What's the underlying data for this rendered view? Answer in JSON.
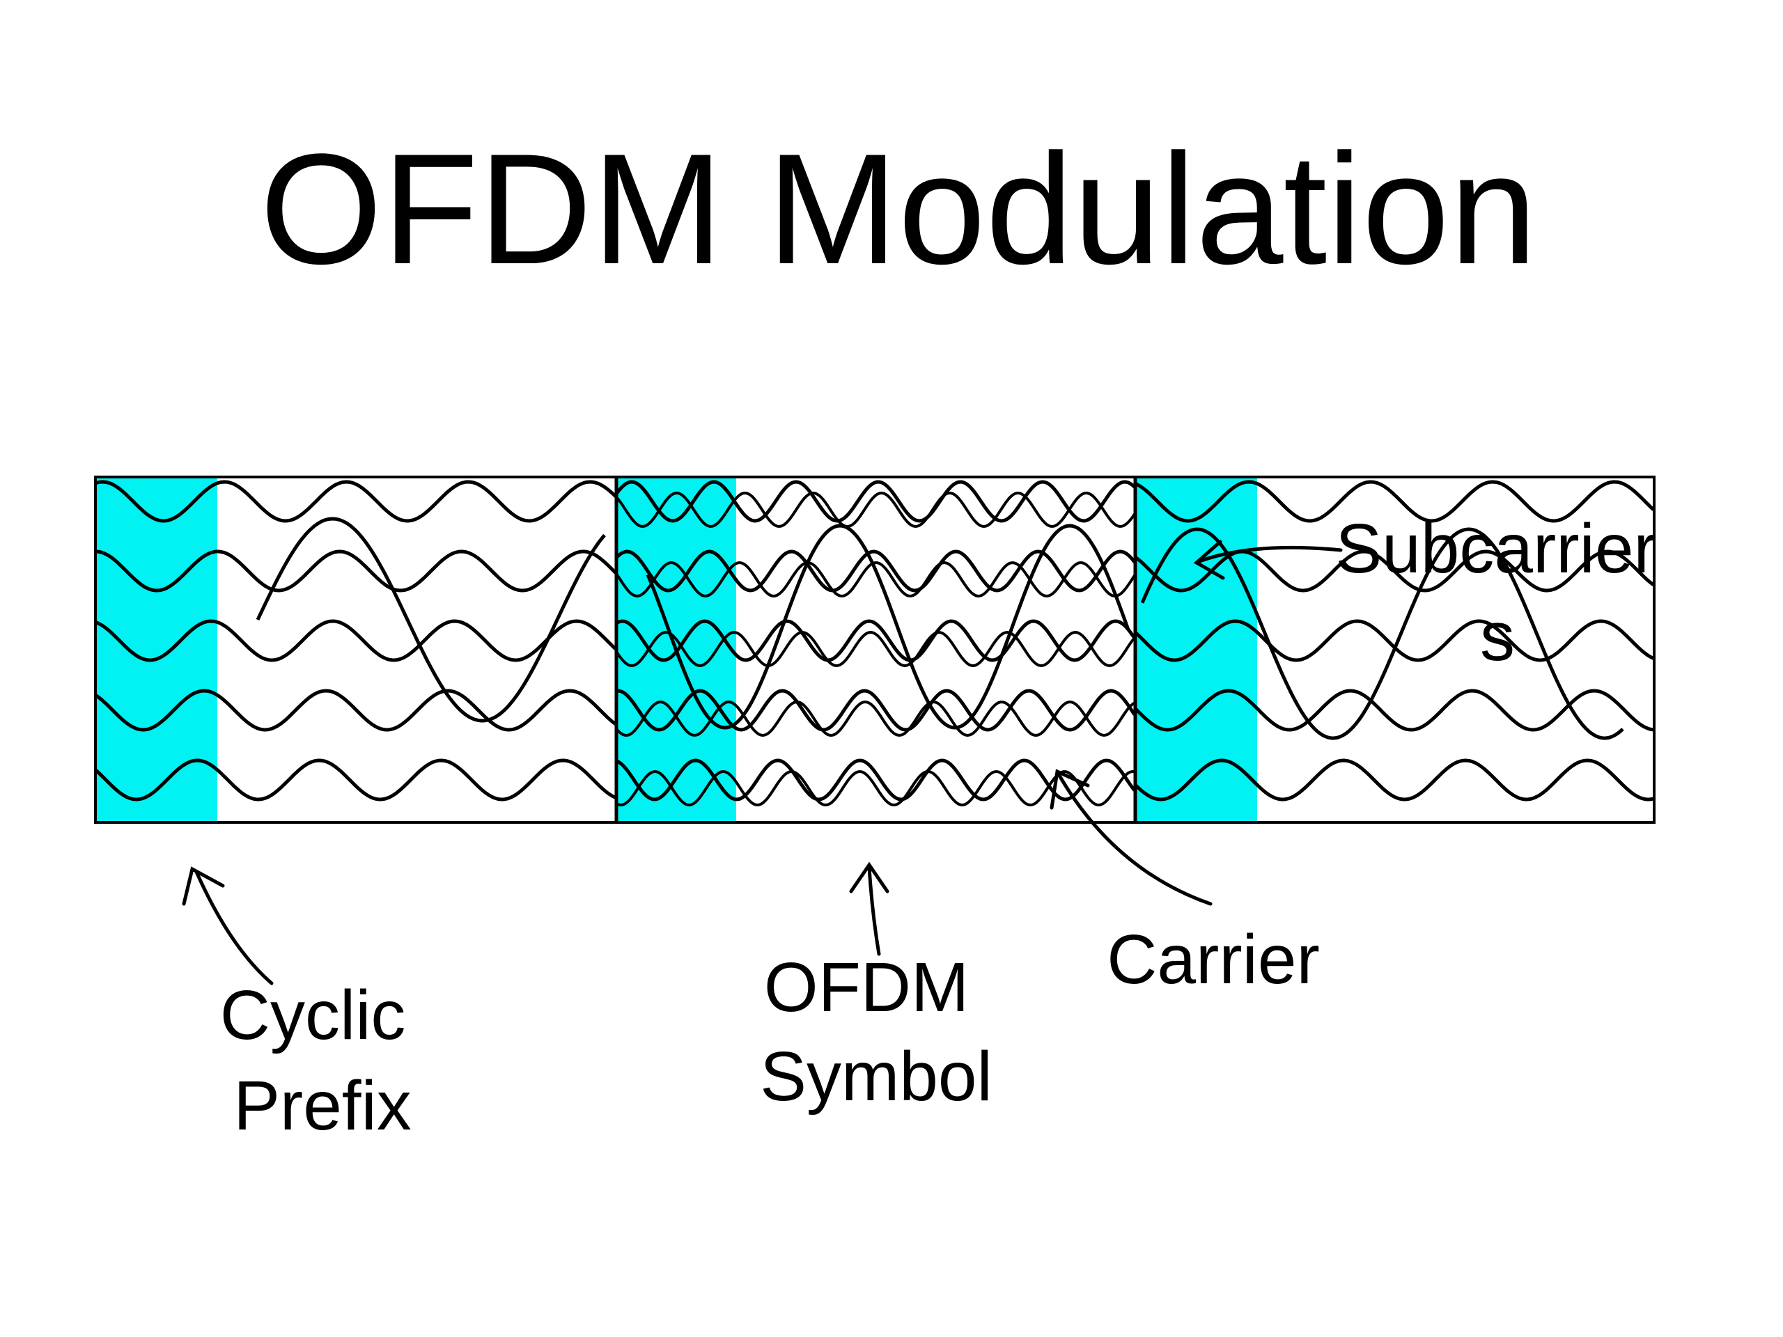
{
  "slide": {
    "title": "OFDM Modulation"
  },
  "diagram": {
    "type": "OFDM signal diagram",
    "symbol_count": 3,
    "subcarrier_rows": 5,
    "colors": {
      "cyclic_prefix_fill": "#00f2f2",
      "line": "#000000",
      "background": "#ffffff"
    },
    "labels": {
      "cyclic_prefix": [
        "Cyclic",
        "Prefix"
      ],
      "ofdm_symbol": [
        "OFDM",
        "Symbol"
      ],
      "carrier": "Carrier",
      "subcarriers": [
        "Subcarrier",
        "s"
      ]
    }
  }
}
